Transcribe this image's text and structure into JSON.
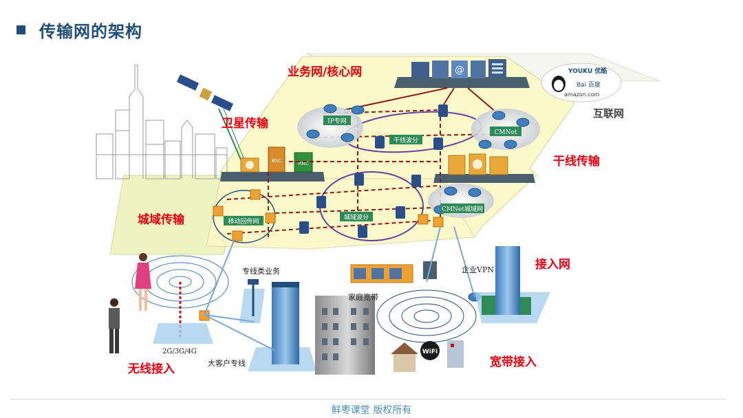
{
  "title": "传输网的架构",
  "footer": "鲜枣课堂 版权所有",
  "labels": {
    "service_core": "业务网/核心网",
    "satellite": "卫星传输",
    "trunk": "干线传输",
    "metro": "城域传输",
    "internet": "互联网",
    "access_net": "接入网",
    "wireless": "无线接入",
    "broadband": "宽带接入"
  },
  "tags": {
    "ip_net": "IP专网",
    "trunk_wdm": "干线波分",
    "cmnet": "CMNet",
    "metro_wdm": "城域波分",
    "mobile_backhaul": "移动回传网",
    "cmnet_metro": "CMNet城域网"
  },
  "small_labels": {
    "leased_line_service": "专线类业务",
    "enterprise_vpn": "企业VPN",
    "home_broadband": "家庭宽带",
    "mobile_gen": "2G/3G/4G",
    "big_customer": "大客户专线"
  },
  "icon_text": {
    "bsc": "BSC",
    "rnc": "RNC",
    "wifi": "WiFi",
    "youku": "YOUKU 优酷",
    "baidu": "Bai 百度",
    "amazon": "amazon.com"
  },
  "colors": {
    "title": "#1f4e79",
    "label_red": "#e60012",
    "plane_top": "#fbf8c9",
    "plane_left": "#f0f4c0",
    "tag_green": "#2e8b57",
    "link_dark_red": "#8b1a1a",
    "footer": "#4a90c2"
  }
}
